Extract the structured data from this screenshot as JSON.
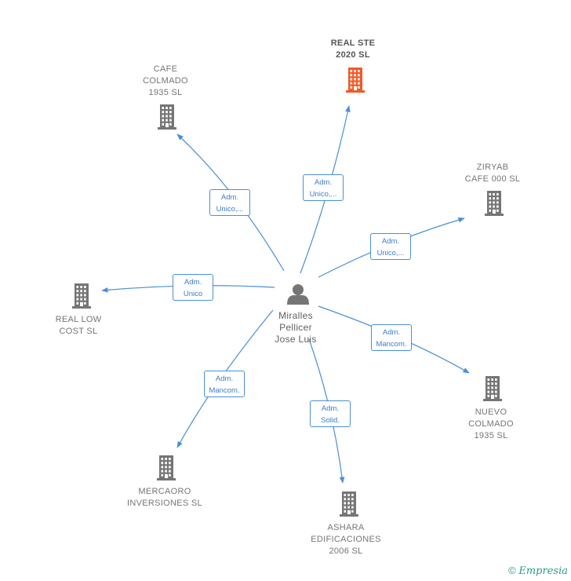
{
  "center": {
    "label": "Miralles\nPellicer\nJose Luis"
  },
  "companies": [
    {
      "id": "real-ste",
      "label": "REAL STE\n2020 SL",
      "highlight": true
    },
    {
      "id": "cafe-colmado",
      "label": "CAFE\nCOLMADO\n1935 SL",
      "highlight": false
    },
    {
      "id": "ziryab",
      "label": "ZIRYAB\nCAFE 000 SL",
      "highlight": false
    },
    {
      "id": "real-low-cost",
      "label": "REAL LOW\nCOST SL",
      "highlight": false
    },
    {
      "id": "nuevo-colmado",
      "label": "NUEVO\nCOLMADO\n1935 SL",
      "highlight": false
    },
    {
      "id": "mercaoro",
      "label": "MERCAORO\nINVERSIONES SL",
      "highlight": false
    },
    {
      "id": "ashara",
      "label": "ASHARA\nEDIFICACIONES\n2006 SL",
      "highlight": false
    }
  ],
  "edges": [
    {
      "target": "real-ste",
      "label": "Adm.\nUnico,..."
    },
    {
      "target": "cafe-colmado",
      "label": "Adm.\nUnico,..."
    },
    {
      "target": "ziryab",
      "label": "Adm.\nUnico,..."
    },
    {
      "target": "real-low-cost",
      "label": "Adm.\nUnico"
    },
    {
      "target": "nuevo-colmado",
      "label": "Adm.\nMancom."
    },
    {
      "target": "mercaoro",
      "label": "Adm.\nMancom."
    },
    {
      "target": "ashara",
      "label": "Adm.\nSolid."
    }
  ],
  "footer": {
    "copyright_symbol": "©",
    "brand": "Empresia"
  },
  "colors": {
    "edge": "#4a8fd6",
    "building": "#757575",
    "building_highlight": "#f05a28",
    "person": "#757575"
  }
}
